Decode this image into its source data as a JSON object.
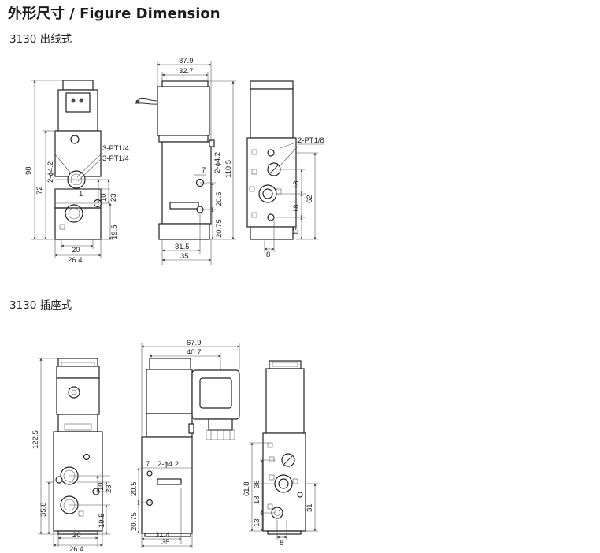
{
  "heading": "外形尺寸 / Figure Dimension",
  "section1": {
    "title": "3130 出线式",
    "front": {
      "h_total": "98",
      "h_body": "72",
      "hole": "2-ϕ4.2",
      "port_label_1": "3-PT1/4",
      "port_label_2": "3-PT1/4",
      "d1": "1",
      "d10": "10",
      "d23": "23",
      "d19_5": "19.5",
      "w20": "20",
      "w26_4": "26.4"
    },
    "side": {
      "w37_9": "37.9",
      "w32_7": "32.7",
      "h110_5": "110.5",
      "hole": "2-ϕ4.2",
      "d7": "7",
      "d20_5": "20.5",
      "d20_75": "20.75",
      "w31_5": "31.5",
      "w35": "35"
    },
    "rear": {
      "port": "2-PT1/8",
      "d18a": "18",
      "d18b": "18",
      "d62": "62",
      "d13": "13",
      "d8": "8"
    }
  },
  "section2": {
    "title": "3130 插座式",
    "front": {
      "h122_5": "122.5",
      "d35_8": "35.8",
      "d10": "10",
      "d23": "23",
      "d19_5": "19.5",
      "w20": "20",
      "w26_4": "26.4"
    },
    "side": {
      "w67_9": "67.9",
      "w40_7": "40.7",
      "d7": "7",
      "hole": "2-ϕ4.2",
      "d20_5": "20.5",
      "d20_75": "20.75",
      "w31_4": "31.4",
      "w35": "35"
    },
    "rear": {
      "d61_8": "61.8",
      "d36": "36",
      "d18": "18",
      "d13": "13",
      "d31": "31",
      "d8": "8"
    }
  }
}
